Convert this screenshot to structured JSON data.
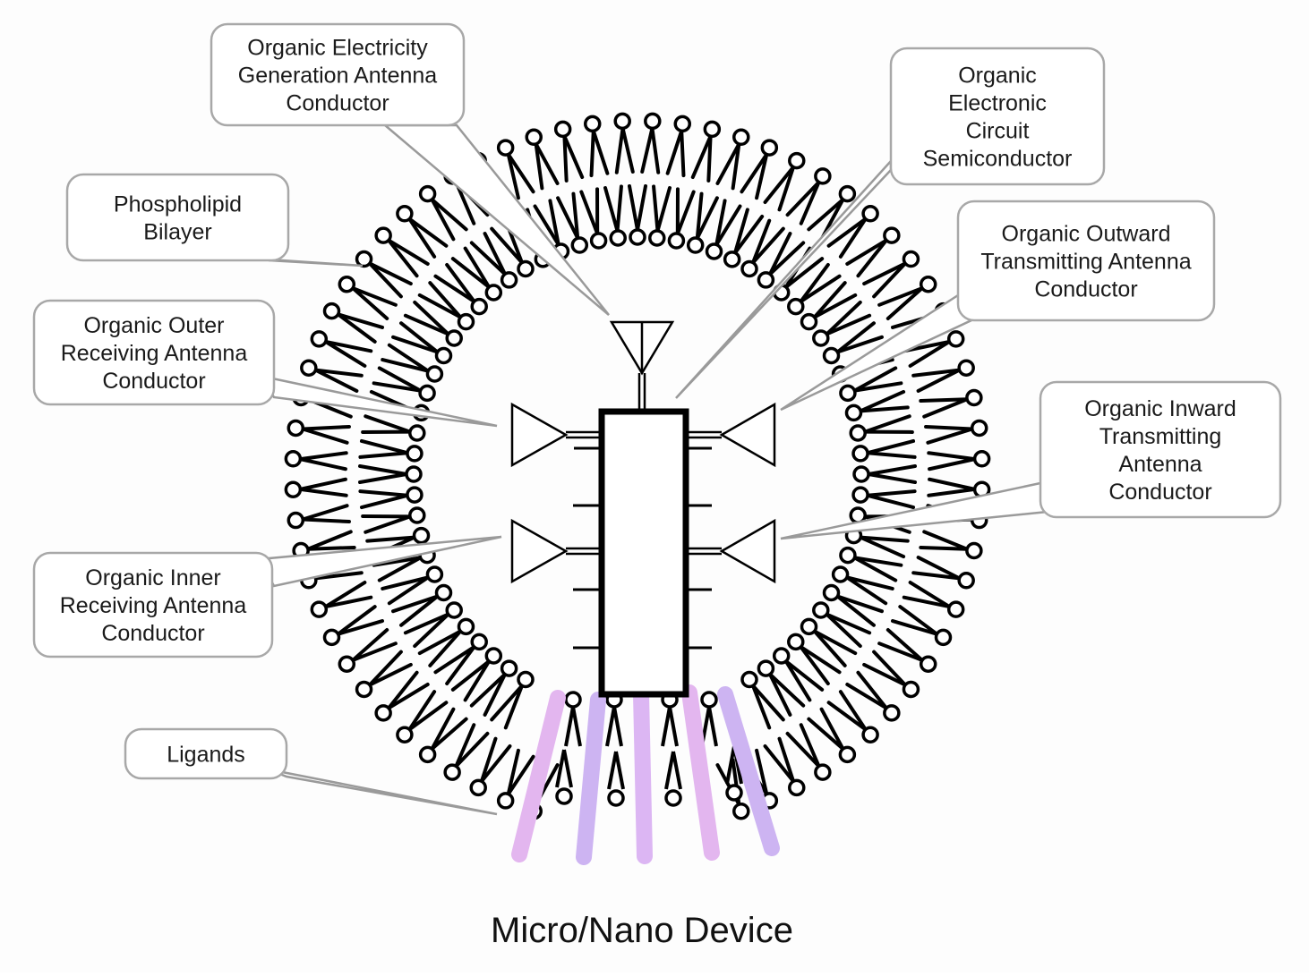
{
  "diagram": {
    "title": "Micro/Nano Device",
    "colors": {
      "stroke": "#000000",
      "callout_border": "#9a9a9a",
      "ligand_pink": "#e3b6ef",
      "ligand_lavender": "#cdb4f2"
    },
    "callouts": [
      {
        "id": "electricity-generation-antenna",
        "lines": [
          "Organic Electricity",
          "Generation Antenna",
          "Conductor"
        ]
      },
      {
        "id": "electronic-circuit",
        "lines": [
          "Organic",
          "Electronic",
          "Circuit",
          "Semiconductor"
        ]
      },
      {
        "id": "phospholipid-bilayer",
        "lines": [
          "Phospholipid",
          "Bilayer"
        ]
      },
      {
        "id": "outward-transmitting-antenna",
        "lines": [
          "Organic Outward",
          "Transmitting Antenna",
          "Conductor"
        ]
      },
      {
        "id": "outer-receiving-antenna",
        "lines": [
          "Organic Outer",
          "Receiving Antenna",
          "Conductor"
        ]
      },
      {
        "id": "inward-transmitting-antenna",
        "lines": [
          "Organic Inward",
          "Transmitting",
          "Antenna",
          "Conductor"
        ]
      },
      {
        "id": "inner-receiving-antenna",
        "lines": [
          "Organic Inner",
          "Receiving Antenna",
          "Conductor"
        ]
      },
      {
        "id": "ligands",
        "lines": [
          "Ligands"
        ]
      }
    ],
    "components": {
      "membrane": "phospholipid-bilayer",
      "core": "electronic-circuit-chip",
      "antennas": [
        "electricity-generation",
        "outer-receiving",
        "inner-receiving",
        "outward-transmitting",
        "inward-transmitting"
      ],
      "ligand_count": 5
    }
  }
}
